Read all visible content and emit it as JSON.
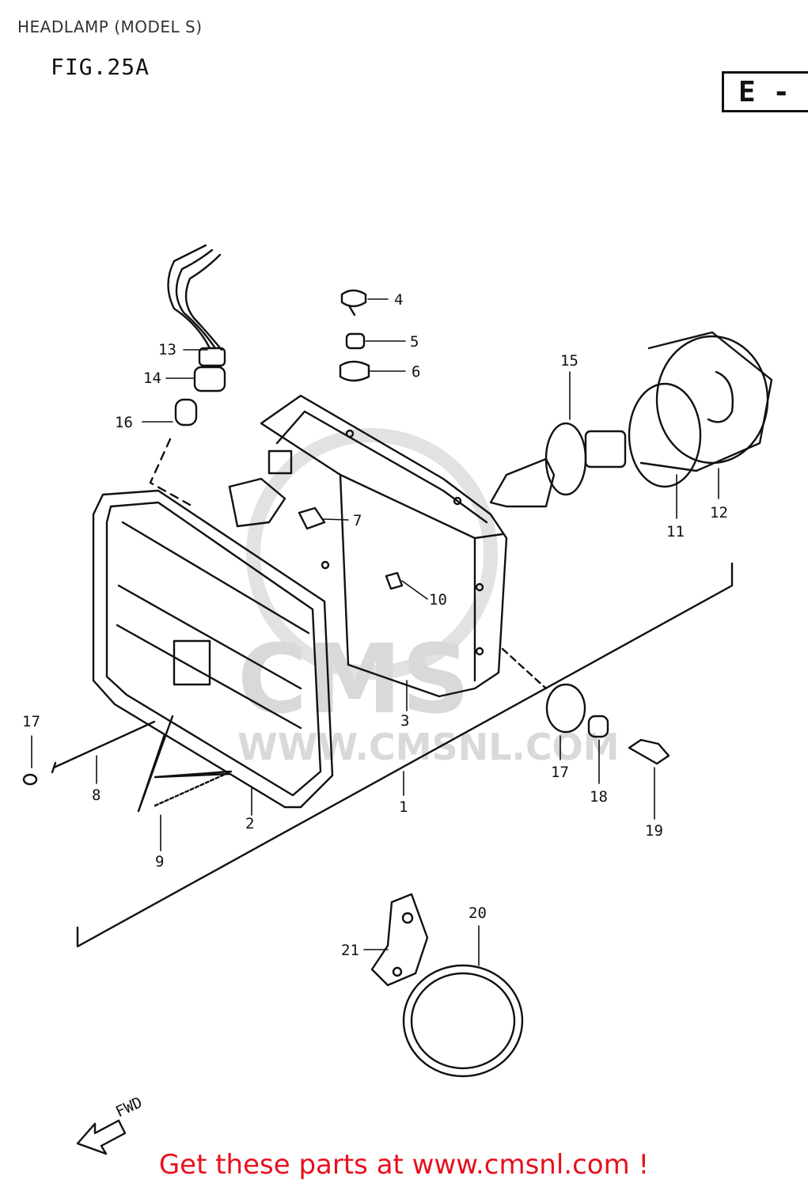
{
  "header": {
    "title": "HEADLAMP (MODEL S)",
    "figure": "FIG.25A",
    "section_code": "E -"
  },
  "watermark": {
    "brand": "CMS",
    "url": "WWW.CMSNL.COM"
  },
  "callouts": [
    "1",
    "2",
    "3",
    "4",
    "5",
    "6",
    "7",
    "8",
    "9",
    "10",
    "11",
    "12",
    "13",
    "14",
    "15",
    "16",
    "17",
    "17",
    "18",
    "19",
    "20",
    "21"
  ],
  "direction_label": "FWD",
  "footer": {
    "text": "Get these parts at www.cmsnl.com !",
    "color": "#e8101e"
  }
}
